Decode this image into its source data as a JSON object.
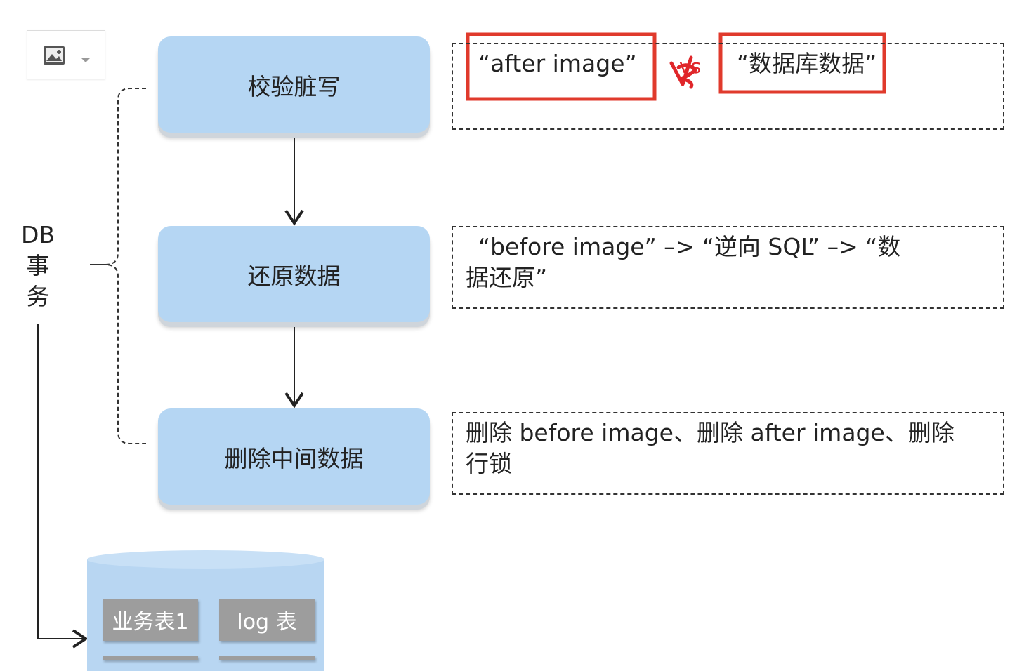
{
  "steps": {
    "check_dirty": "校验脏写",
    "restore_data": "还原数据",
    "delete_intermediate": "删除中间数据"
  },
  "notes": {
    "after_image": "“after  image”",
    "vs": "vs",
    "db_data": "“数据库数据”",
    "restore_line1": "“before image” –> “逆向 SQL” –> “数",
    "restore_line2": "据还原”",
    "delete_line1": "删除 before image、删除 after image、删除",
    "delete_line2": "行锁"
  },
  "db_transaction": {
    "line1": "DB",
    "line2": "事",
    "line3": "务"
  },
  "database": {
    "tables": [
      "业务表1",
      "log 表"
    ]
  },
  "icons": {
    "picker": "image-icon",
    "dropdown": "caret-down-icon"
  },
  "colors": {
    "step_fill": "#b5d6f3",
    "highlight_box": "#e03a2c",
    "annotation_ink": "#e0262a",
    "table_fill": "#9d9d9d"
  }
}
